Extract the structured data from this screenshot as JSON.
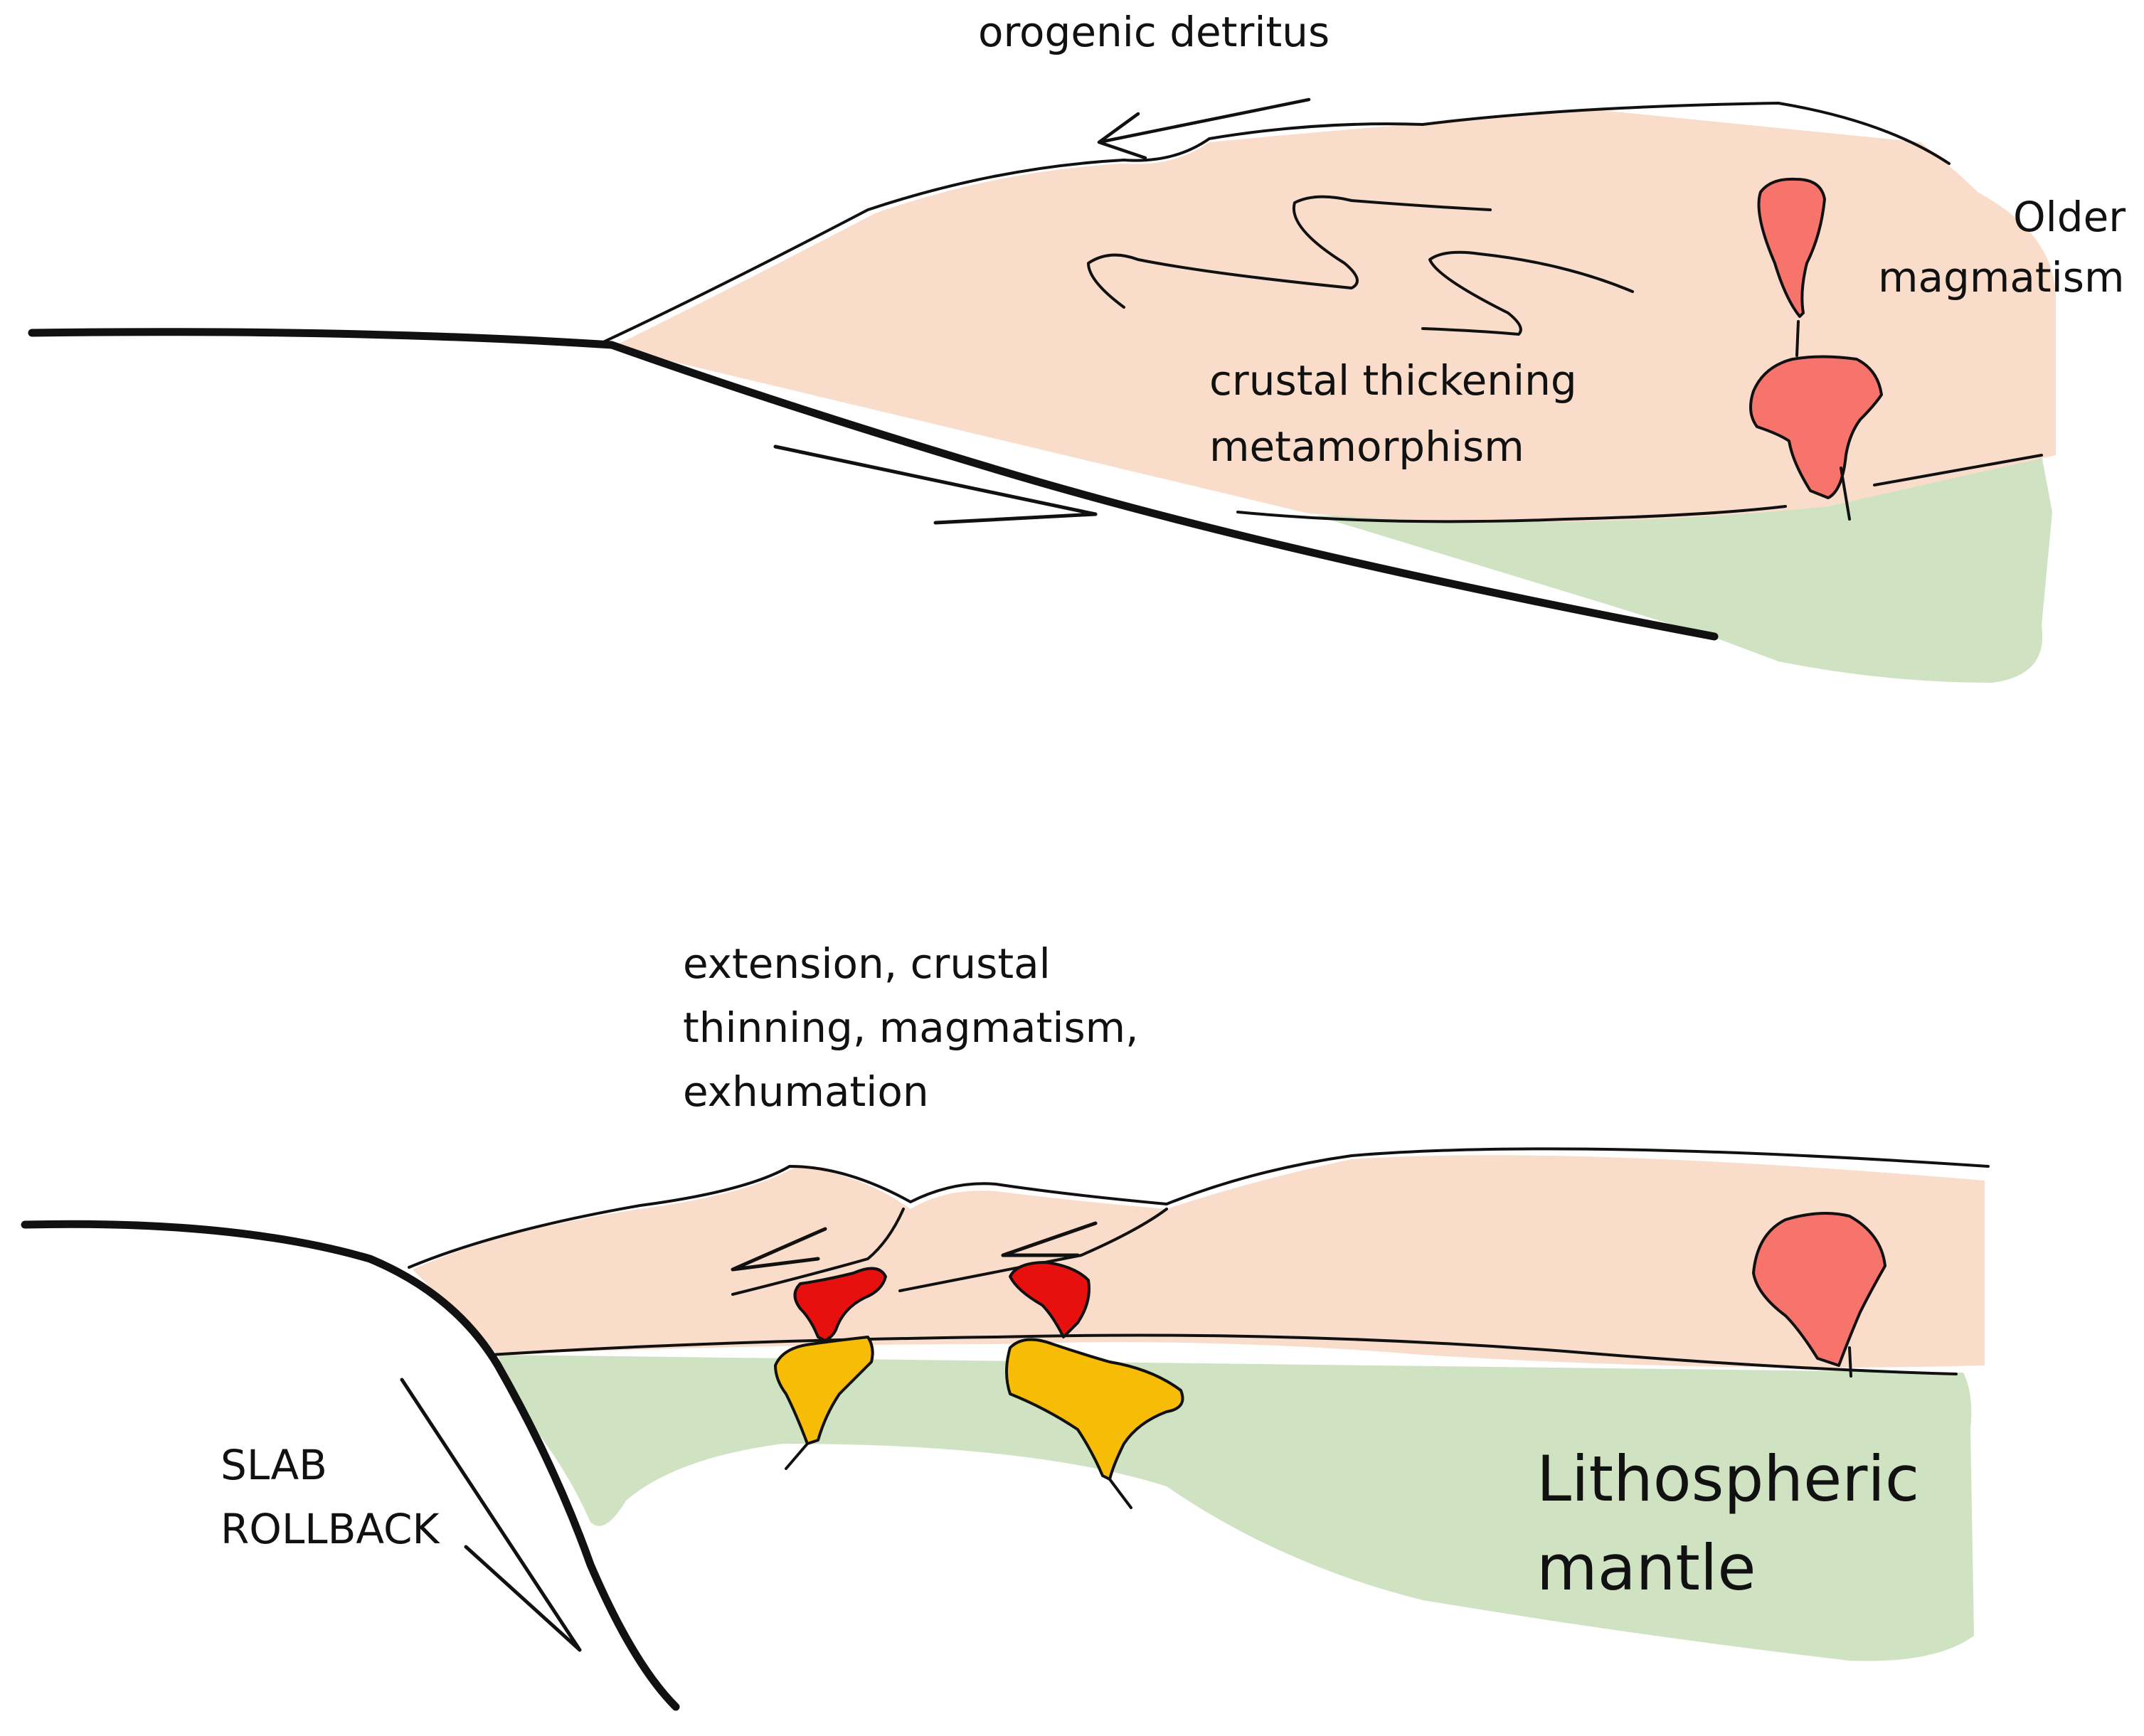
{
  "colors": {
    "crust": "#f9dcca",
    "mantle": "#cfe3c2",
    "older_pluton": "#f6746b",
    "young_pluton": "#e8100e",
    "mantle_melt": "#f7bc05",
    "ink": "#111111"
  },
  "top_panel": {
    "labels": {
      "orogenic_detritus": "orogenic detritus",
      "older_magmatism": [
        "Older",
        "magmatism"
      ],
      "crustal_thickening": [
        "crustal thickening",
        "metamorphism"
      ]
    }
  },
  "bottom_panel": {
    "labels": {
      "extension": [
        "extension, crustal",
        "thinning, magmatism,",
        "exhumation"
      ],
      "slab_rollback": [
        "SLAB",
        "ROLLBACK"
      ],
      "lithospheric_mantle": [
        "Lithospheric",
        "mantle"
      ]
    }
  }
}
